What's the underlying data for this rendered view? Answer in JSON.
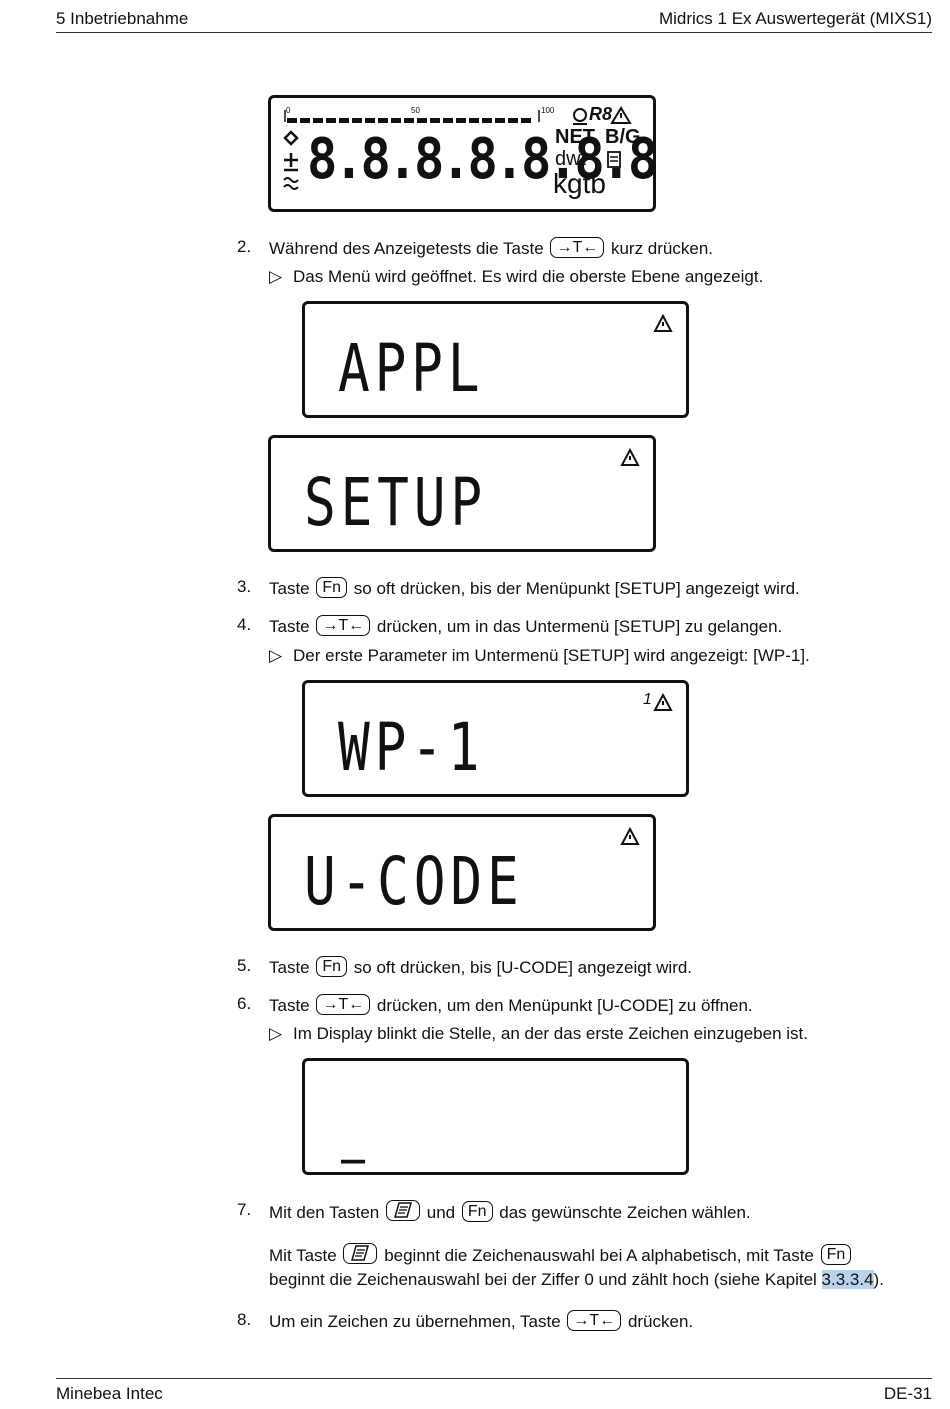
{
  "header": {
    "left": "5 Inbetriebnahme",
    "right": "Midrics 1 Ex Auswertegerät (MIXS1)"
  },
  "footer": {
    "left": "Minebea Intec",
    "right": "DE-31"
  },
  "full_display": {
    "scale_0": "0",
    "scale_50": "50",
    "scale_100": "100",
    "digits": "8.8.8.8.8.8.8",
    "labels": {
      "net": "NET",
      "bg": "B/G",
      "units1": "dwt",
      "units2": "kgtb",
      "rb": "R8"
    }
  },
  "keys": {
    "tare": "→T←",
    "fn": "Fn"
  },
  "displays": {
    "appl": "APPL",
    "setup": "SETUP",
    "wp1": "WP-1",
    "wp1_index": "1",
    "ucode": "U-CODE",
    "cursor": "_"
  },
  "steps": [
    {
      "n": "2.",
      "a": "Während des Anzeigetests die Taste",
      "b": "kurz drücken."
    },
    {
      "n": "3.",
      "a": "Taste",
      "b": "so oft drücken, bis der Menüpunkt [SETUP] angezeigt wird."
    },
    {
      "n": "4.",
      "a": "Taste",
      "b": "drücken, um in das Untermenü [SETUP] zu gelangen."
    },
    {
      "n": "5.",
      "a": "Taste",
      "b": "so oft drücken, bis [U-CODE] angezeigt wird."
    },
    {
      "n": "6.",
      "a": "Taste",
      "b": "drücken, um den Menüpunkt [U-CODE] zu öffnen."
    },
    {
      "n": "7.",
      "a": "Mit den Tasten",
      "mid": "und",
      "b": "das gewünschte Zeichen wählen."
    },
    {
      "n": "8.",
      "a": "Um ein Zeichen zu übernehmen, Taste",
      "b": "drücken."
    }
  ],
  "results": {
    "r2": "Das Menü wird geöffnet. Es wird die oberste Ebene angezeigt.",
    "r4": "Der erste Parameter im Untermenü [SETUP] wird angezeigt: [WP-1].",
    "r6": "Im Display blinkt die Stelle, an der das erste Zeichen einzugeben ist."
  },
  "step7_note": {
    "a": "Mit Taste",
    "b": "beginnt die Zeichenauswahl bei A alphabetisch, mit Taste",
    "c": "beginnt die Zeichenauswahl bei der Ziffer 0 und zählt hoch (siehe Kapitel",
    "link": "3.3.3.4",
    "d": ")."
  }
}
